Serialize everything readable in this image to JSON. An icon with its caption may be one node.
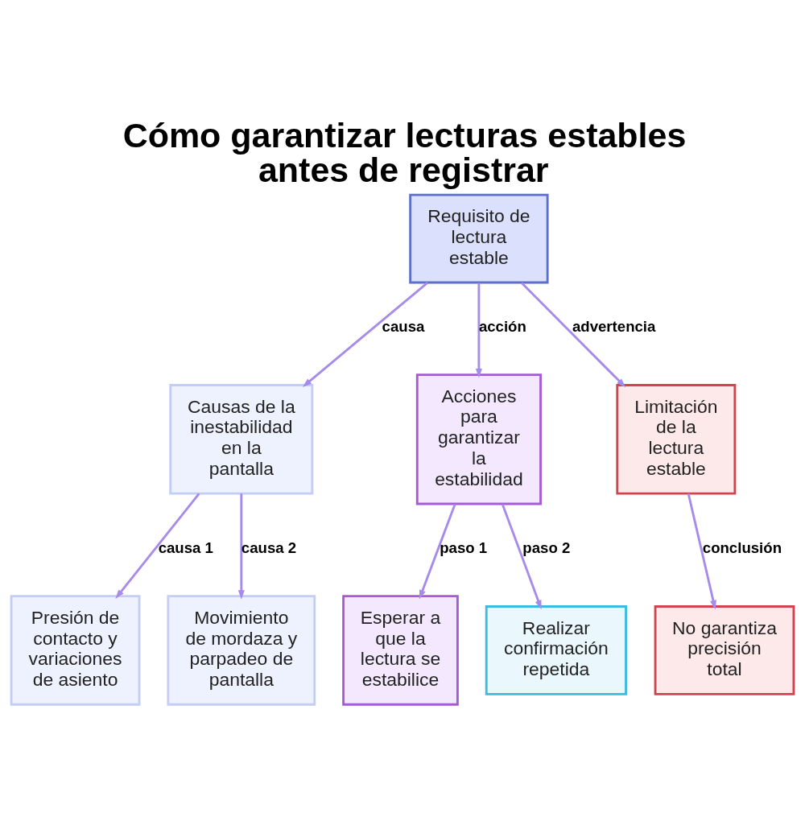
{
  "diagram": {
    "title": "Cómo garantizar lecturas estables antes de registrar",
    "nodes": [
      {
        "text": [
          "Requisito de lectura estable"
        ]
      },
      {
        "text": [
          "Causas de la inestabilidad en la pantalla"
        ]
      },
      {
        "text": [
          "Acciones para garantizar la estabilidad"
        ]
      },
      {
        "text": [
          "Limitación de la lectura estable"
        ]
      },
      {
        "text": [
          "Presión de contacto y variaciones de asiento"
        ]
      },
      {
        "text": [
          "Movimiento de mordaza y parpadeo de pantalla"
        ]
      },
      {
        "text": [
          "Esperar a que la lectura se estabilice"
        ]
      },
      {
        "text": [
          "Realizar confirmación repetida"
        ]
      },
      {
        "text": [
          "No garantiza precisión total"
        ]
      }
    ],
    "edges": [
      {
        "from": 0,
        "to": 1,
        "arrow": "to",
        "label": "causa"
      },
      {
        "from": 0,
        "to": 2,
        "arrow": "to",
        "label": "acción"
      },
      {
        "from": 0,
        "to": 3,
        "arrow": "to",
        "label": "advertencia"
      },
      {
        "from": 1,
        "to": 4,
        "arrow": "to",
        "label": "causa 1"
      },
      {
        "from": 1,
        "to": 5,
        "arrow": "to",
        "label": "causa 2"
      },
      {
        "from": 2,
        "to": 6,
        "arrow": "to",
        "label": "paso 1"
      },
      {
        "from": 2,
        "to": 7,
        "arrow": "to",
        "label": "paso 2"
      },
      {
        "from": 3,
        "to": 8,
        "arrow": "to",
        "label": "conclusión"
      }
    ]
  }
}
